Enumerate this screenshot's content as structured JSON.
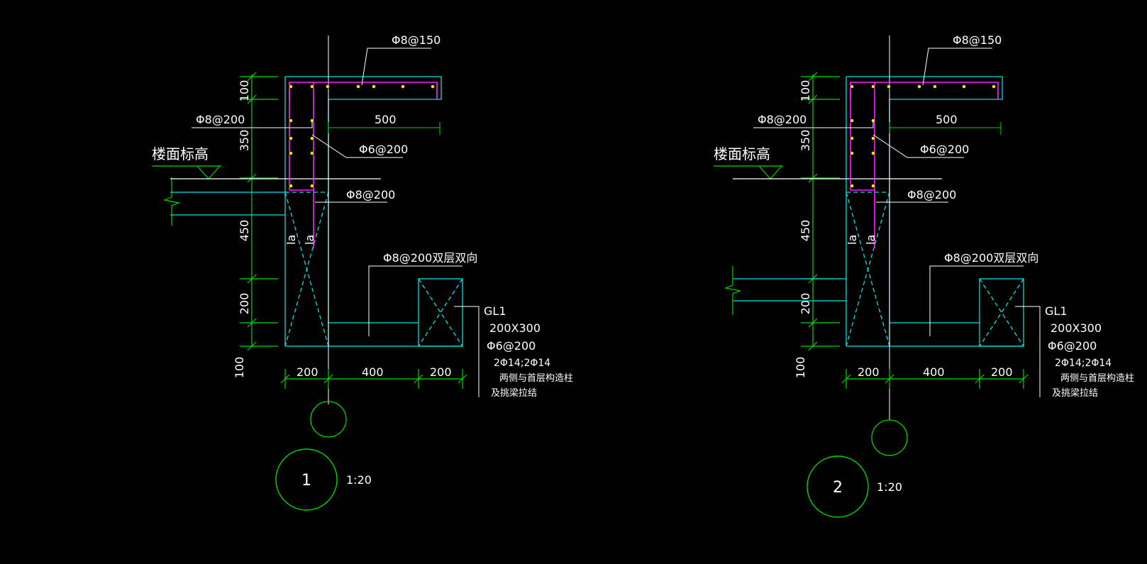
{
  "colors": {
    "background": "#000000",
    "dimension": "#00d800",
    "concrete_outline": "#00e0e0",
    "rebar": "#ff20ff",
    "rebar_point": "#ffe000",
    "text": "#ffffff"
  },
  "details": [
    {
      "id": "1",
      "bar_top": "Φ8@150",
      "bar_left": "Φ8@200",
      "bar_stirrup": "Φ6@200",
      "bar_mid": "Φ8@200",
      "bar_base": "Φ8@200双层双向",
      "floor_label": "楼面标高",
      "dim_cantilever": "500",
      "dims_vertical": [
        "100",
        "350",
        "450",
        "200",
        "100"
      ],
      "dims_bottom": [
        "200",
        "400",
        "200"
      ],
      "anchorage": [
        "la",
        "la"
      ],
      "beam": {
        "name": "GL1",
        "size": "200X300",
        "stirrup": "Φ6@200",
        "bars": "2Φ14;2Φ14",
        "note1": "两侧与首层构造柱",
        "note2": "及挑梁拉结"
      },
      "number": "1",
      "scale": "1:20"
    },
    {
      "id": "2",
      "bar_top": "Φ8@150",
      "bar_left": "Φ8@200",
      "bar_stirrup": "Φ6@200",
      "bar_mid": "Φ8@200",
      "bar_base": "Φ8@200双层双向",
      "floor_label": "楼面标高",
      "dim_cantilever": "500",
      "dims_vertical": [
        "100",
        "350",
        "450",
        "200",
        "100"
      ],
      "dims_bottom": [
        "200",
        "400",
        "200"
      ],
      "anchorage": [
        "la",
        "la"
      ],
      "beam": {
        "name": "GL1",
        "size": "200X300",
        "stirrup": "Φ6@200",
        "bars": "2Φ14;2Φ14",
        "note1": "两侧与首层构造柱",
        "note2": "及挑梁拉结"
      },
      "number": "2",
      "scale": "1:20"
    }
  ]
}
